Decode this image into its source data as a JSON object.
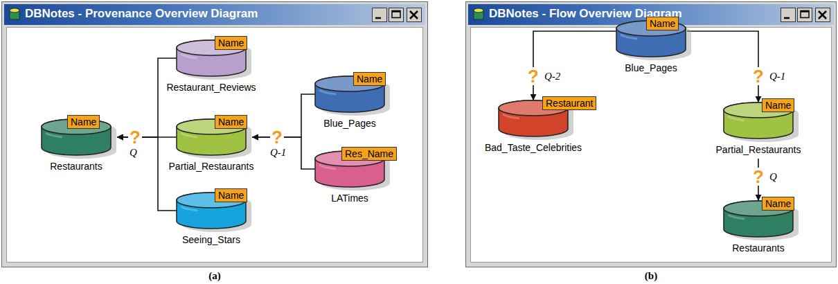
{
  "diagram": {
    "nodes": [
      {
        "text": [
          "DBNotes - Provenance Overview Diagram"
        ]
      },
      {
        "text": [
          "Name",
          "Restaurants"
        ],
        "in": 0
      },
      {
        "text": [
          "Name",
          "Restaurant_Reviews"
        ],
        "in": 0
      },
      {
        "text": [
          "Name",
          "Partial_Restaurants"
        ],
        "in": 0
      },
      {
        "text": [
          "Name",
          "Seeing_Stars"
        ],
        "in": 0
      },
      {
        "text": [
          "Name",
          "Blue_Pages"
        ],
        "in": 0
      },
      {
        "text": [
          "Res_Name",
          "LATimes"
        ],
        "in": 0
      },
      {
        "text": [
          "DBNotes - Flow Overview Diagram"
        ]
      },
      {
        "text": [
          "Name",
          "Blue_Pages"
        ],
        "in": 7
      },
      {
        "text": [
          "Restaurant",
          "Bad_Taste_Celebrities"
        ],
        "in": 7
      },
      {
        "text": [
          "Name",
          "Partial_Restaurants"
        ],
        "in": 7
      },
      {
        "text": [
          "Name",
          "Restaurants"
        ],
        "in": 7
      }
    ],
    "edges": [
      {
        "from": 2,
        "to": 1,
        "arrow": "to",
        "label": "Q"
      },
      {
        "from": 3,
        "to": 1,
        "arrow": "to"
      },
      {
        "from": 4,
        "to": 1,
        "arrow": "to"
      },
      {
        "from": 5,
        "to": 3,
        "arrow": "to",
        "label": "Q-1"
      },
      {
        "from": 6,
        "to": 3,
        "arrow": "to"
      },
      {
        "from": 8,
        "to": 9,
        "arrow": "to",
        "label": "Q-2"
      },
      {
        "from": 8,
        "to": 10,
        "arrow": "to",
        "label": "Q-1"
      },
      {
        "from": 10,
        "to": 11,
        "arrow": "to",
        "label": "Q"
      }
    ],
    "labels": [
      "?",
      "?",
      "(a)",
      "?",
      "?",
      "?",
      "(b)"
    ]
  }
}
